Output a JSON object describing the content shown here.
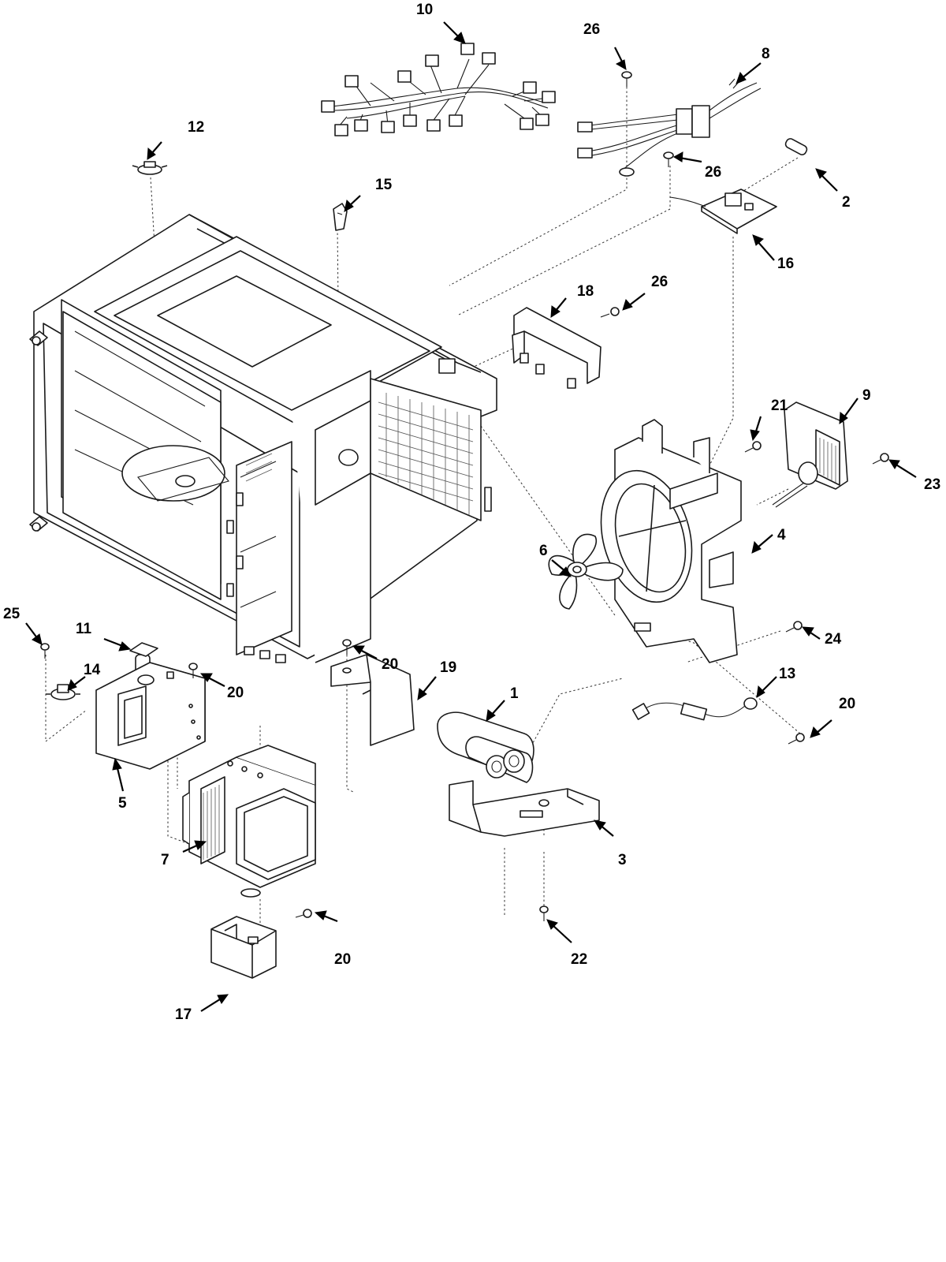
{
  "callouts": [
    {
      "id": "p10",
      "label": "10"
    },
    {
      "id": "p26a",
      "label": "26"
    },
    {
      "id": "p8",
      "label": "8"
    },
    {
      "id": "p12",
      "label": "12"
    },
    {
      "id": "p26b",
      "label": "26"
    },
    {
      "id": "p2",
      "label": "2"
    },
    {
      "id": "p15",
      "label": "15"
    },
    {
      "id": "p16",
      "label": "16"
    },
    {
      "id": "p18",
      "label": "18"
    },
    {
      "id": "p26c",
      "label": "26"
    },
    {
      "id": "p21",
      "label": "21"
    },
    {
      "id": "p9",
      "label": "9"
    },
    {
      "id": "p23",
      "label": "23"
    },
    {
      "id": "p6",
      "label": "6"
    },
    {
      "id": "p4",
      "label": "4"
    },
    {
      "id": "p11",
      "label": "11"
    },
    {
      "id": "p25",
      "label": "25"
    },
    {
      "id": "p20a",
      "label": "20"
    },
    {
      "id": "p20b",
      "label": "20"
    },
    {
      "id": "p24",
      "label": "24"
    },
    {
      "id": "p14",
      "label": "14"
    },
    {
      "id": "p19",
      "label": "19"
    },
    {
      "id": "p13",
      "label": "13"
    },
    {
      "id": "p1",
      "label": "1"
    },
    {
      "id": "p20c",
      "label": "20"
    },
    {
      "id": "p5",
      "label": "5"
    },
    {
      "id": "p3",
      "label": "3"
    },
    {
      "id": "p7",
      "label": "7"
    },
    {
      "id": "p20d",
      "label": "20"
    },
    {
      "id": "p22",
      "label": "22"
    },
    {
      "id": "p17",
      "label": "17"
    }
  ]
}
